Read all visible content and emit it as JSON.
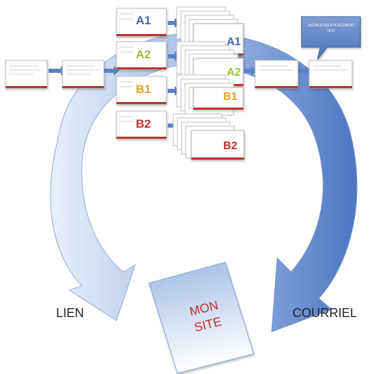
{
  "labels": {
    "lien": "LIEN",
    "courriel": "COURRIEL",
    "mon": "MON",
    "site": "SITE",
    "callout": "A ÉVALUTES A PLACEMENT TEST"
  },
  "cards": {
    "a1": "A1",
    "a2": "A2",
    "b1": "B1",
    "b2": "B2"
  },
  "colors": {
    "arrow_light": "#e4edf8",
    "arrow_dark": "#4b76c2",
    "a1": "#3e64b4",
    "a2": "#9bbf3a",
    "b1": "#e3a02c",
    "b2": "#c0322d",
    "site_text": "#c0322d",
    "site_fill_top": "#9db9e4",
    "site_fill_bottom": "#ffffff"
  }
}
